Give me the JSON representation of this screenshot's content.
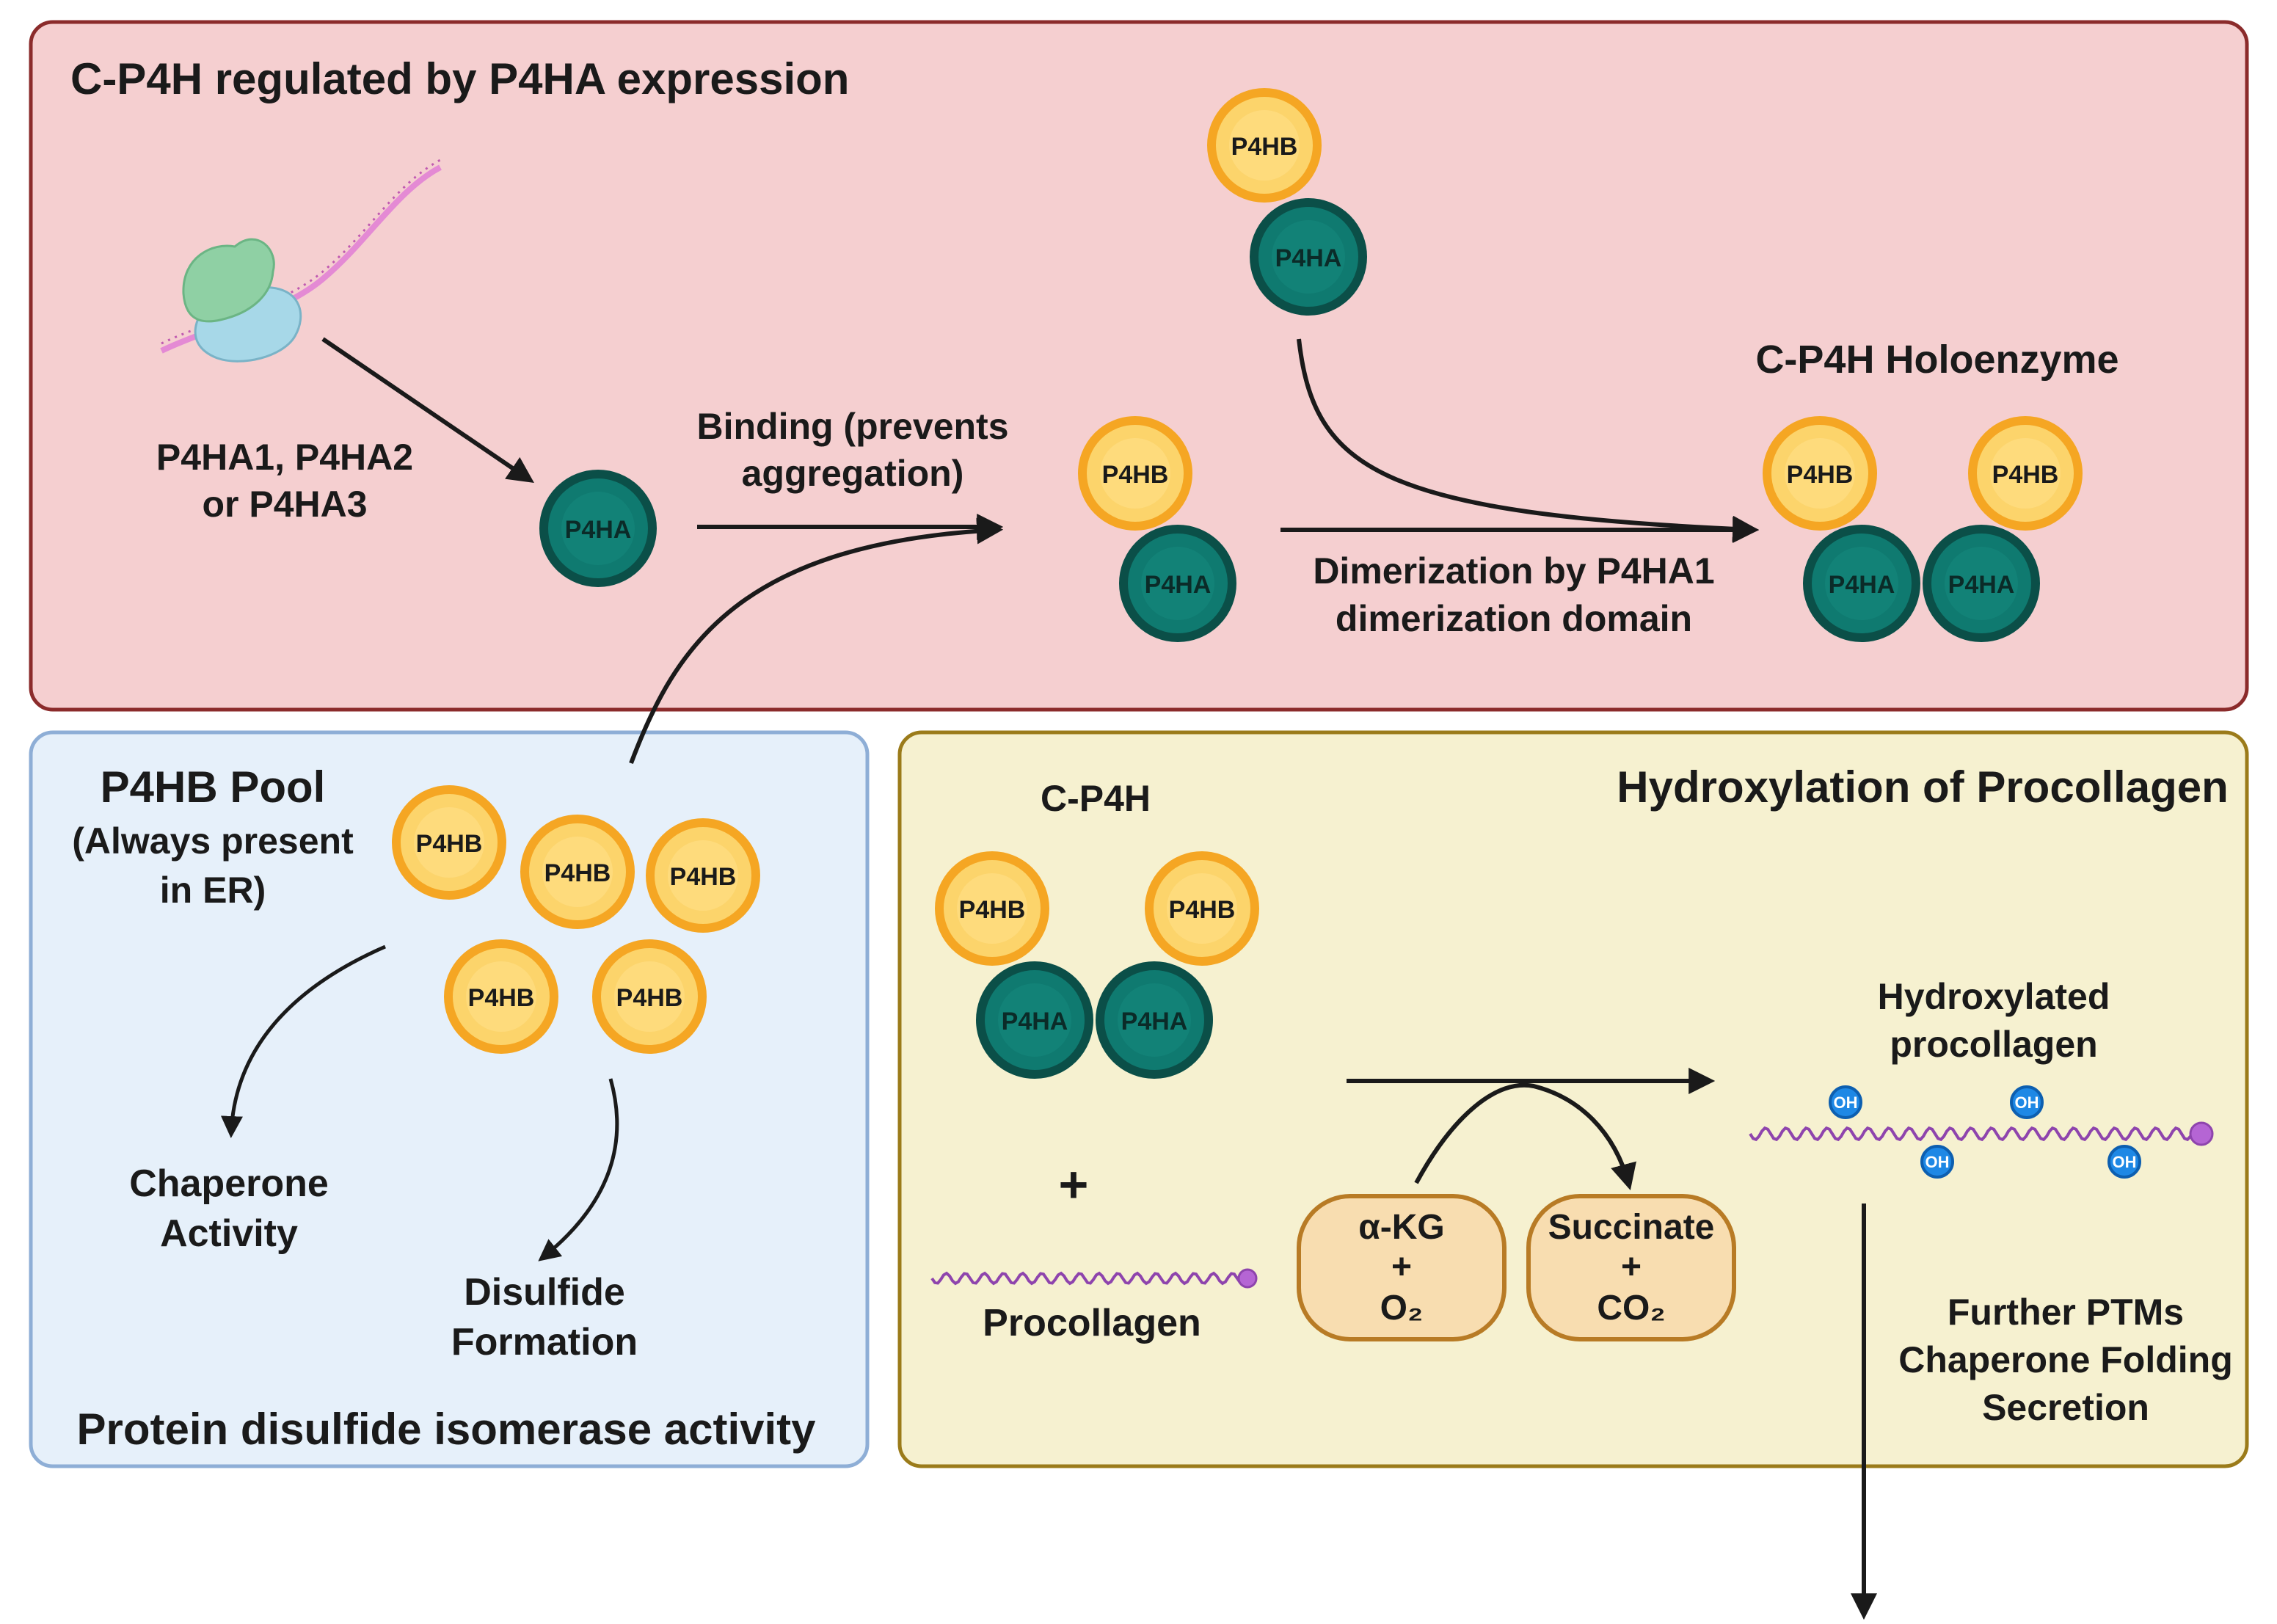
{
  "panels": {
    "top": {
      "title": "C-P4H regulated by P4HA expression"
    },
    "left": {
      "title": "P4HB Pool",
      "subtitle_line1": "(Always present",
      "subtitle_line2": "in ER)",
      "footer": "Protein disulfide isomerase activity"
    },
    "right": {
      "title": "Hydroxylation of Procollagen"
    }
  },
  "labels": {
    "p4ha_genes_line1": "P4HA1, P4HA2",
    "p4ha_genes_line2": "or P4HA3",
    "binding_line1": "Binding (prevents",
    "binding_line2": "aggregation)",
    "dimerization_line1": "Dimerization by P4HA1",
    "dimerization_line2": "dimerization domain",
    "holoenzyme": "C-P4H Holoenzyme",
    "chaperone_line1": "Chaperone",
    "chaperone_line2": "Activity",
    "disulfide_line1": "Disulfide",
    "disulfide_line2": "Formation",
    "cp4h": "C-P4H",
    "plus": "+",
    "procollagen": "Procollagen",
    "hydroxylated_line1": "Hydroxylated",
    "hydroxylated_line2": "procollagen",
    "ptm_line1": "Further PTMs",
    "ptm_line2": "Chaperone Folding",
    "ptm_line3": "Secretion",
    "akg_line1": "α-KG",
    "akg_plus": "+",
    "akg_line3": "O₂",
    "succ_line1": "Succinate",
    "succ_plus": "+",
    "succ_line3": "CO₂"
  },
  "proteins": {
    "p4ha": "P4HA",
    "p4hb": "P4HB",
    "oh": "OH"
  },
  "colors": {
    "top_panel_fill": "#f5cfd0",
    "top_panel_stroke": "#8b2b2b",
    "left_panel_fill": "#e6f0fa",
    "left_panel_stroke": "#8eaed6",
    "right_panel_fill": "#f6f1d0",
    "right_panel_stroke": "#9b7b1a",
    "p4ha_fill": "#0f7a70",
    "p4ha_stroke": "#0b4f48",
    "p4hb_fill": "#fcd46b",
    "p4hb_stroke": "#f5a623",
    "oh_fill": "#1e88e5",
    "procollagen": "#8e44ad",
    "cofactor_fill": "#f8ddb0",
    "cofactor_stroke": "#b87b25"
  }
}
